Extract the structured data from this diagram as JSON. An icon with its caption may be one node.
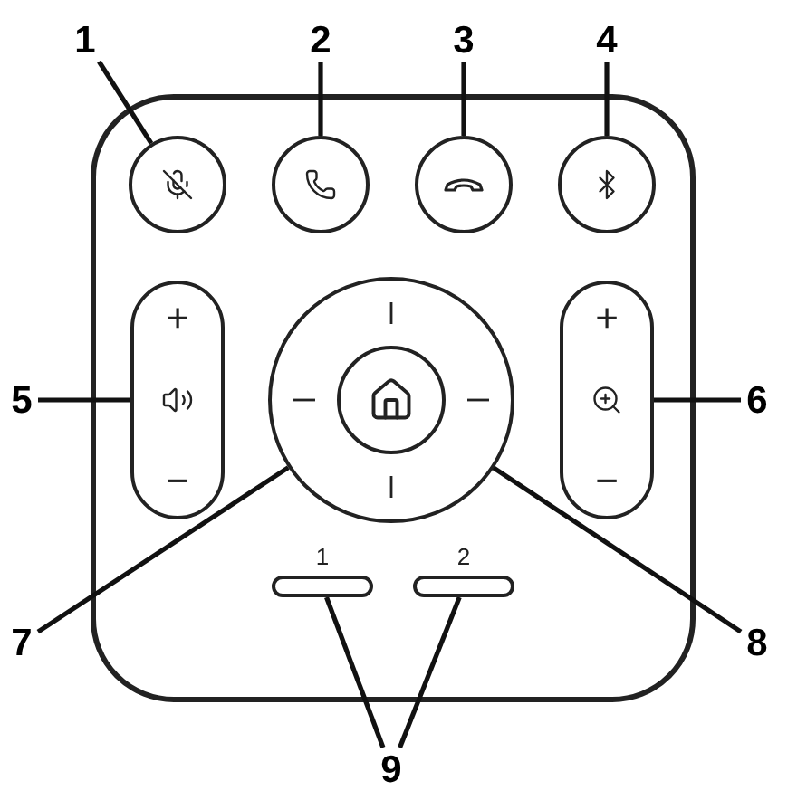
{
  "diagram": {
    "nodes": [
      {
        "text": [
          "1"
        ]
      },
      {
        "text": [],
        "shape": "circle"
      },
      {
        "text": [
          "2"
        ]
      },
      {
        "text": [],
        "shape": "circle"
      },
      {
        "text": [
          "3"
        ]
      },
      {
        "text": [],
        "shape": "circle"
      },
      {
        "text": [
          "4"
        ]
      },
      {
        "text": [],
        "shape": "circle"
      },
      {
        "text": [
          "5"
        ]
      },
      {
        "text": [
          "+",
          "−"
        ]
      },
      {
        "text": [
          "6"
        ]
      },
      {
        "text": [
          "+",
          "−"
        ]
      },
      {
        "text": [
          "7"
        ]
      },
      {
        "text": [],
        "shape": "circle"
      },
      {
        "text": [
          "8"
        ]
      },
      {
        "text": [],
        "shape": "circle",
        "in": 13
      },
      {
        "text": [
          "9"
        ]
      },
      {
        "text": [],
        "shape": "bar",
        "beside": [
          "1"
        ]
      },
      {
        "text": [],
        "shape": "bar",
        "beside": [
          "2"
        ]
      }
    ],
    "edges": [
      {
        "from": 0,
        "to": 1,
        "arrow": "none"
      },
      {
        "from": 2,
        "to": 3,
        "arrow": "none"
      },
      {
        "from": 4,
        "to": 5,
        "arrow": "none"
      },
      {
        "from": 6,
        "to": 7,
        "arrow": "none"
      },
      {
        "from": 8,
        "to": 9,
        "arrow": "none"
      },
      {
        "from": 10,
        "to": 11,
        "arrow": "none"
      },
      {
        "from": 12,
        "to": 13,
        "arrow": "none"
      },
      {
        "from": 14,
        "to": 15,
        "arrow": "none"
      },
      {
        "from": 16,
        "to": 17,
        "arrow": "none"
      },
      {
        "from": 16,
        "to": 18,
        "arrow": "none"
      }
    ]
  }
}
